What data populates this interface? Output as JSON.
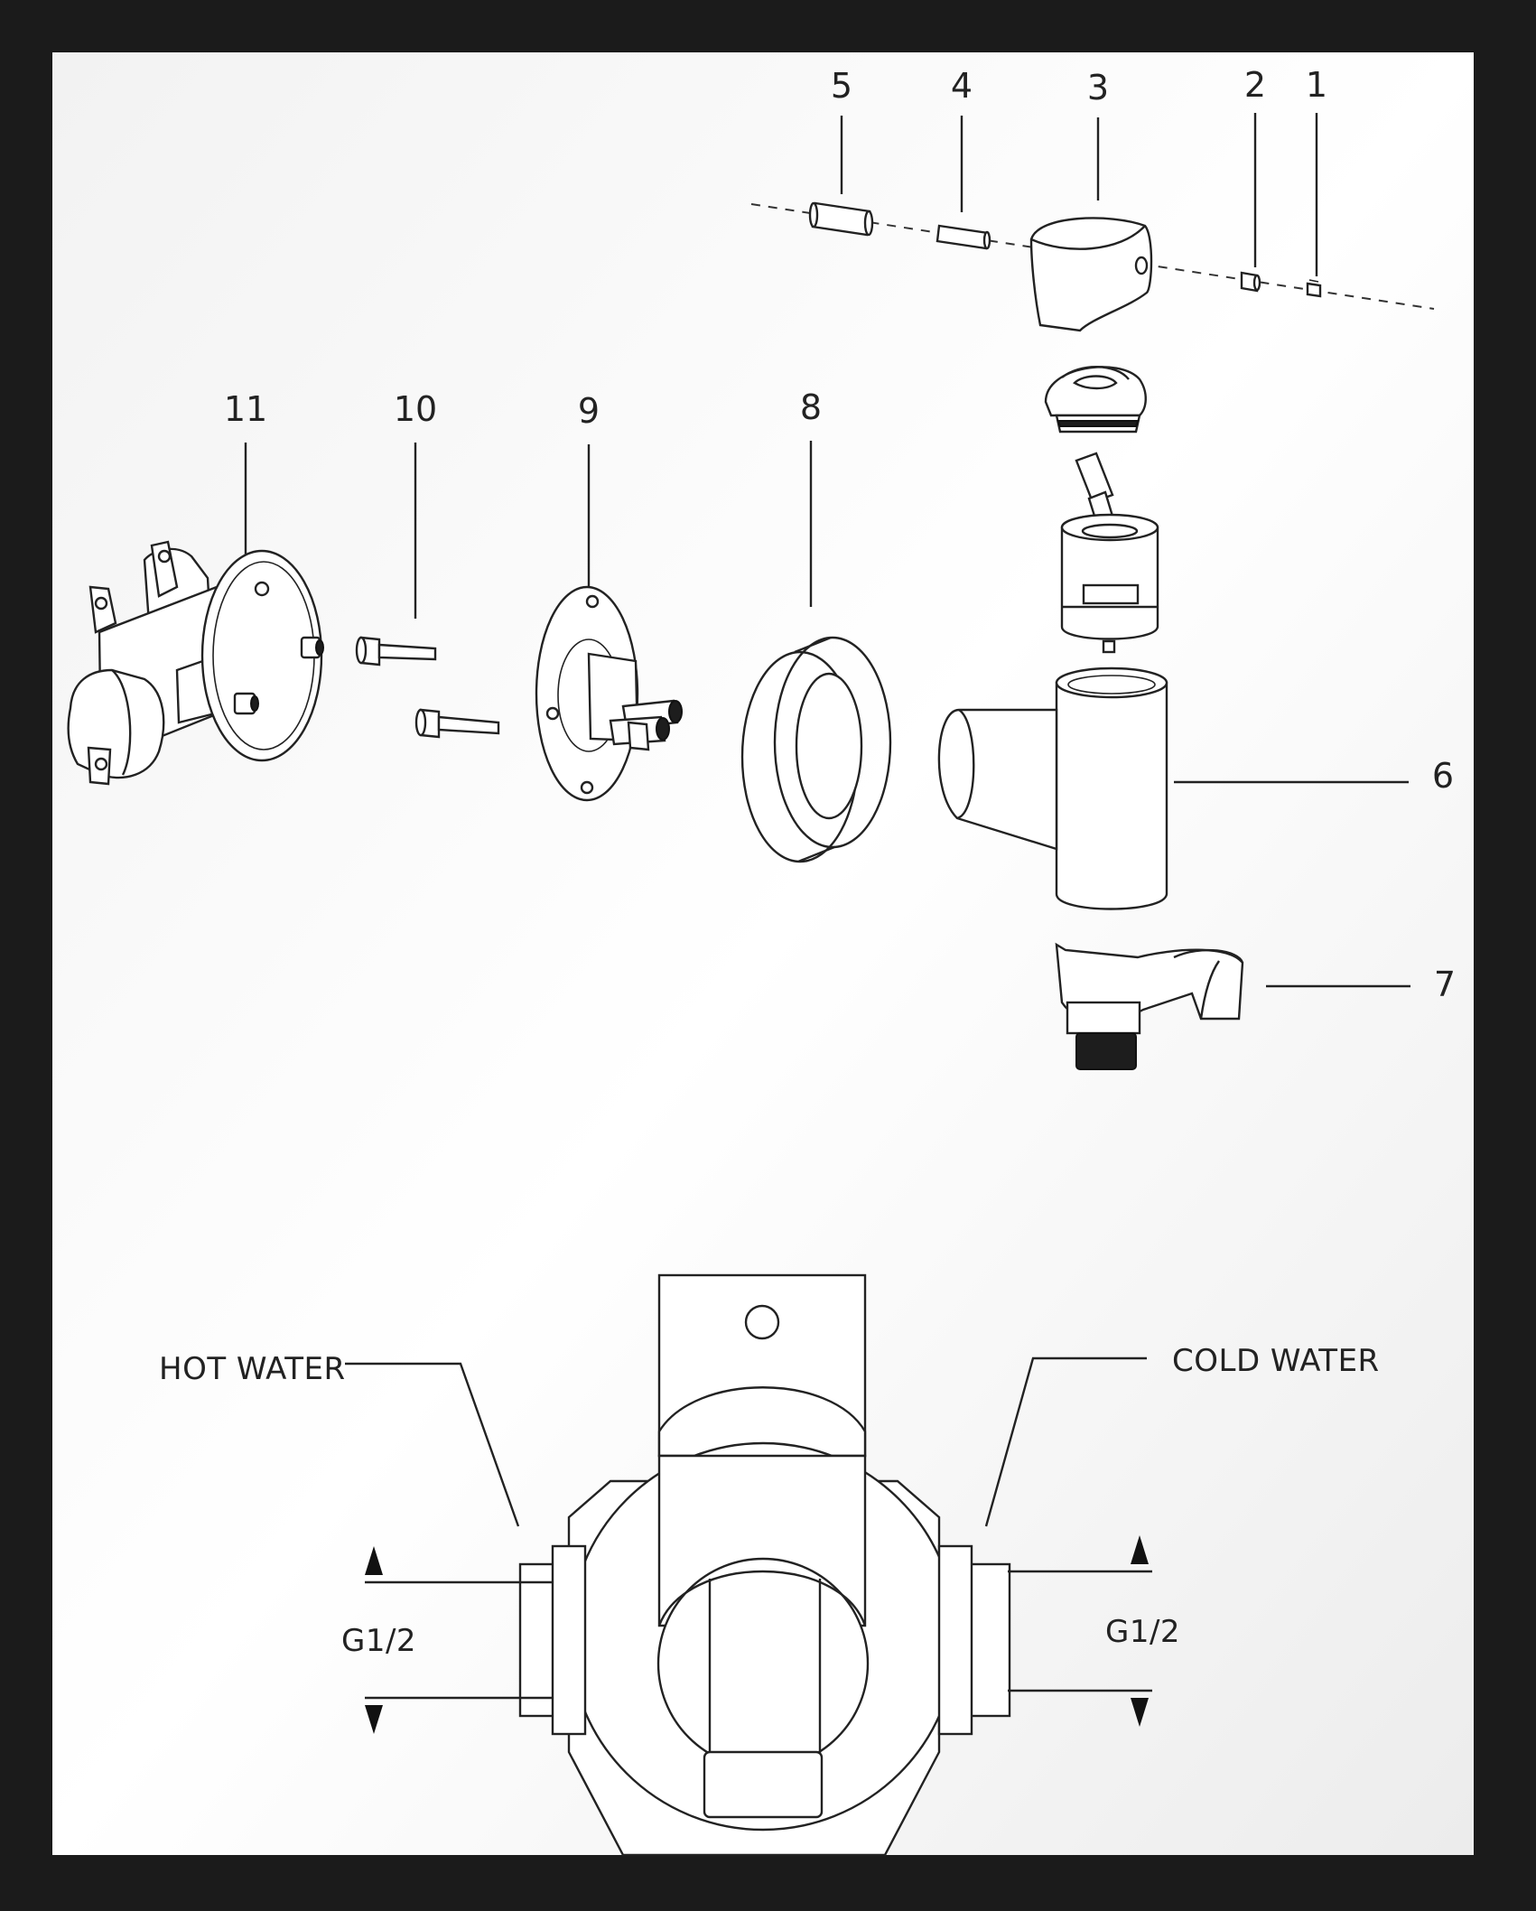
{
  "parts": [
    {
      "id": "part-1",
      "number": "1"
    },
    {
      "id": "part-2",
      "number": "2"
    },
    {
      "id": "part-3",
      "number": "3"
    },
    {
      "id": "part-4",
      "number": "4"
    },
    {
      "id": "part-5",
      "number": "5"
    },
    {
      "id": "part-6",
      "number": "6"
    },
    {
      "id": "part-7",
      "number": "7"
    },
    {
      "id": "part-8",
      "number": "8"
    },
    {
      "id": "part-9",
      "number": "9"
    },
    {
      "id": "part-10",
      "number": "10"
    },
    {
      "id": "part-11",
      "number": "11"
    }
  ],
  "labels": {
    "hot_water": "HOT WATER",
    "cold_water": "COLD WATER",
    "thread_left": "G1/2",
    "thread_right": "G1/2"
  }
}
